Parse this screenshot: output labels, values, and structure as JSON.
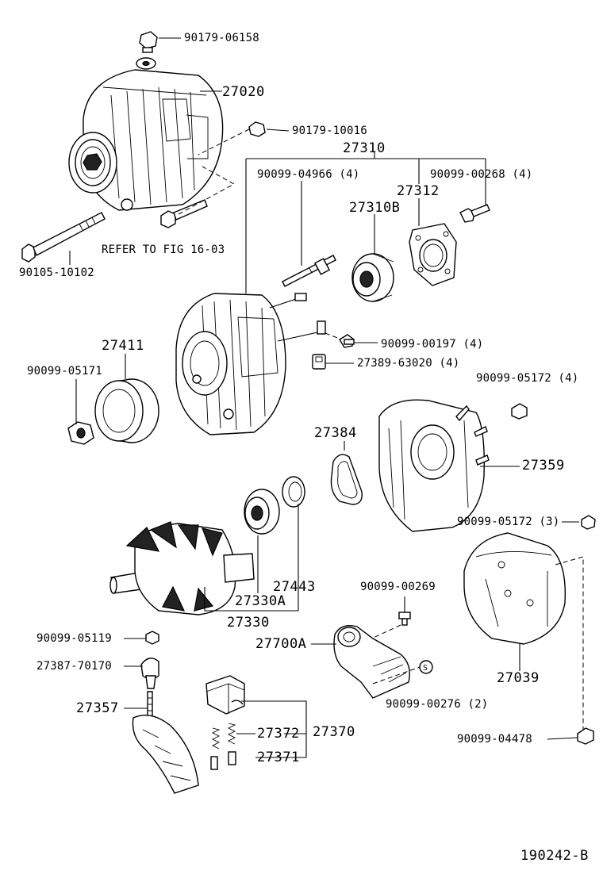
{
  "diagram": {
    "figure_code": "190242-B",
    "reference_note": "REFER TO FIG 16-03",
    "part_labels": {
      "p90179_06158": "90179-06158",
      "p27020": "27020",
      "p90179_10016": "90179-10016",
      "p27310": "27310",
      "p90099_04966": "90099-04966 (4)",
      "p90099_00268": "90099-00268 (4)",
      "p27312": "27312",
      "p27310B": "27310B",
      "p90105_10102": "90105-10102",
      "p27411": "27411",
      "p90099_00197": "90099-00197 (4)",
      "p27389_63020": "27389-63020 (4)",
      "p90099_05171": "90099-05171",
      "p90099_05172_4": "90099-05172 (4)",
      "p27384": "27384",
      "p27359": "27359",
      "p90099_05172_3": "90099-05172 (3)",
      "p27443": "27443",
      "p27330A": "27330A",
      "p27330": "27330",
      "p90099_00269": "90099-00269",
      "p90099_05119": "90099-05119",
      "p27700A": "27700A",
      "p27039": "27039",
      "p27387_70170": "27387-70170",
      "p90099_00276": "90099-00276 (2)",
      "p27357": "27357",
      "p27372": "27372",
      "p27370": "27370",
      "p27371": "27371",
      "p90099_04478": "90099-04478"
    }
  }
}
